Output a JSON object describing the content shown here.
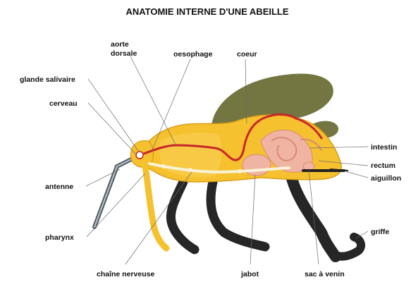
{
  "title": "ANATOMIE INTERNE D'UNE ABEILLE",
  "labels": {
    "aorte_line1": "aorte",
    "aorte_line2": "dorsale",
    "oesophage": "oesophage",
    "coeur": "coeur",
    "glande_salivaire": "glande salivaire",
    "cerveau": "cerveau",
    "antenne": "antenne",
    "pharynx": "pharynx",
    "chaine_nerveuse": "chaîne nerveuse",
    "jabot": "jabot",
    "sac_a_venin": "sac à venin",
    "intestin": "intestin",
    "rectum": "rectum",
    "aiguillon": "aiguillon",
    "griffe": "griffe"
  },
  "colors": {
    "body_yellow": "#f5c12e",
    "body_outline": "#d99a14",
    "wing": "#6c6f36",
    "legs": "#262626",
    "aorta_red": "#c9252a",
    "organs_pink": "#f0b4a2",
    "nerve_cord": "#f7f3d8"
  }
}
